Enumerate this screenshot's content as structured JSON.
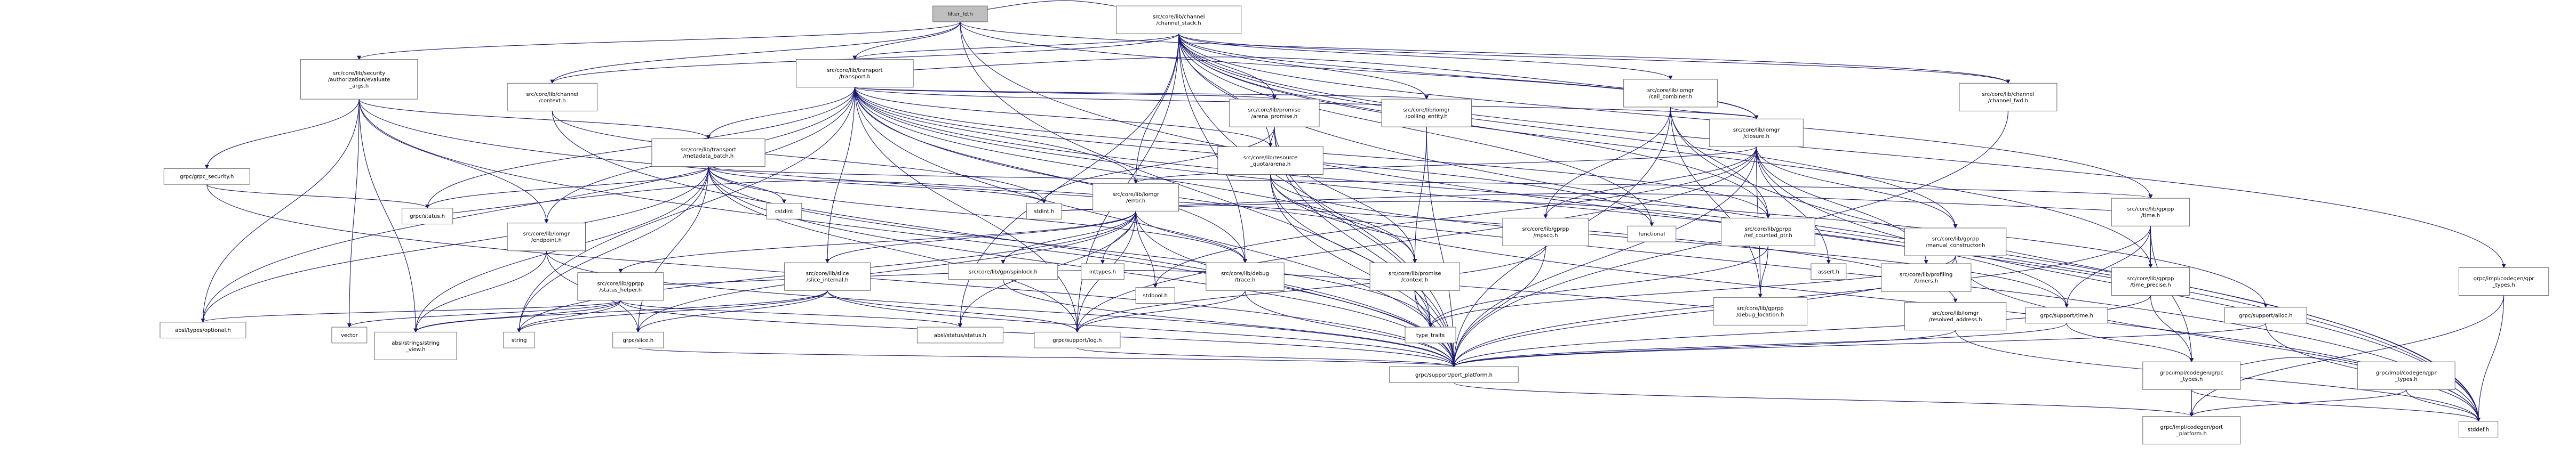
{
  "graph": {
    "nodes": [
      {
        "id": "root",
        "label": "filter_fd.h"
      },
      {
        "id": "chstack",
        "label": "src/core/lib/channel\n/channel_stack.h"
      },
      {
        "id": "sec",
        "label": "src/core/lib/security\n/authorization/evaluate\n_args.h"
      },
      {
        "id": "transport",
        "label": "src/core/lib/transport\n/transport.h"
      },
      {
        "id": "chfwd",
        "label": "src/core/lib/channel\n/channel_fwd.h"
      },
      {
        "id": "context",
        "label": "src/core/lib/channel\n/context.h"
      },
      {
        "id": "callcomb",
        "label": "src/core/lib/iomgr\n/call_combiner.h"
      },
      {
        "id": "closure",
        "label": "src/core/lib/iomgr\n/closure.h"
      },
      {
        "id": "mdbatch",
        "label": "src/core/lib/transport\n/metadata_batch.h"
      },
      {
        "id": "polling",
        "label": "src/core/lib/iomgr\n/polling_entity.h"
      },
      {
        "id": "arena",
        "label": "src/core/lib/promise\n/arena_promise.h"
      },
      {
        "id": "quota",
        "label": "src/core/lib/resource\n_quota/arena.h"
      },
      {
        "id": "error",
        "label": "src/core/lib/iomgr\n/error.h"
      },
      {
        "id": "grpcsec",
        "label": "grpc/grpc_security.h"
      },
      {
        "id": "cstdint",
        "label": "cstdint"
      },
      {
        "id": "stdinth",
        "label": "stdint.h"
      },
      {
        "id": "inttypes",
        "label": "inttypes.h"
      },
      {
        "id": "functional",
        "label": "functional"
      },
      {
        "id": "mpscq",
        "label": "src/core/lib/gprpp\n/mpscq.h"
      },
      {
        "id": "refcounted",
        "label": "src/core/lib/gprpp\n/ref_counted_ptr.h"
      },
      {
        "id": "manualctor",
        "label": "src/core/lib/gprpp\n/manual_constructor.h"
      },
      {
        "id": "timeh",
        "label": "src/core/lib/gprpp\n/time.h"
      },
      {
        "id": "grpcstatus",
        "label": "grpc/status.h"
      },
      {
        "id": "endpoint",
        "label": "src/core/lib/iomgr\n/endpoint.h"
      },
      {
        "id": "statushelper",
        "label": "src/core/lib/gprpp\n/status_helper.h"
      },
      {
        "id": "sliceint",
        "label": "src/core/lib/slice\n/slice_internal.h"
      },
      {
        "id": "spinlock",
        "label": "src/core/lib/gpr/spinlock.h"
      },
      {
        "id": "debugtrace",
        "label": "src/core/lib/debug\n/trace.h"
      },
      {
        "id": "promctx",
        "label": "src/core/lib/promise\n/context.h"
      },
      {
        "id": "stdbool",
        "label": "stdbool.h"
      },
      {
        "id": "assert",
        "label": "assert.h"
      },
      {
        "id": "profiling",
        "label": "src/core/lib/profiling\n/timers.h"
      },
      {
        "id": "debugloc",
        "label": "src/core/lib/gprpp\n/debug_location.h"
      },
      {
        "id": "resolved",
        "label": "src/core/lib/iomgr\n/resolved_address.h"
      },
      {
        "id": "gprtime",
        "label": "grpc/support/time.h"
      },
      {
        "id": "precise",
        "label": "src/core/lib/gprpp\n/time_precise.h"
      },
      {
        "id": "alloc",
        "label": "grpc/support/alloc.h"
      },
      {
        "id": "gpcodegen",
        "label": "grpc/impl/codegen/gpr\n_types.h"
      },
      {
        "id": "optional",
        "label": "absl/types/optional.h"
      },
      {
        "id": "vector",
        "label": "vector"
      },
      {
        "id": "stringview",
        "label": "absl/strings/string\n_view.h"
      },
      {
        "id": "stringn",
        "label": "string"
      },
      {
        "id": "gslice",
        "label": "grpc/slice.h"
      },
      {
        "id": "abslstatus",
        "label": "absl/status/status.h"
      },
      {
        "id": "log",
        "label": "grpc/support/log.h"
      },
      {
        "id": "typetraits",
        "label": "type_traits"
      },
      {
        "id": "portplat",
        "label": "grpc/support/port_platform.h"
      },
      {
        "id": "cgtypes",
        "label": "grpc/impl/codegen/grpc\n_types.h"
      },
      {
        "id": "gprtypes",
        "label": "grpc/impl/codegen/gpr\n_types.h"
      },
      {
        "id": "cgport",
        "label": "grpc/impl/codegen/port\n_platform.h"
      },
      {
        "id": "stddef",
        "label": "stddef.h"
      }
    ]
  },
  "colors": {
    "edge": "#191970",
    "node_border_linked": "#ff0000",
    "node_border_plain": "#bfbfbf",
    "root_fill": "#bfbfbf"
  }
}
